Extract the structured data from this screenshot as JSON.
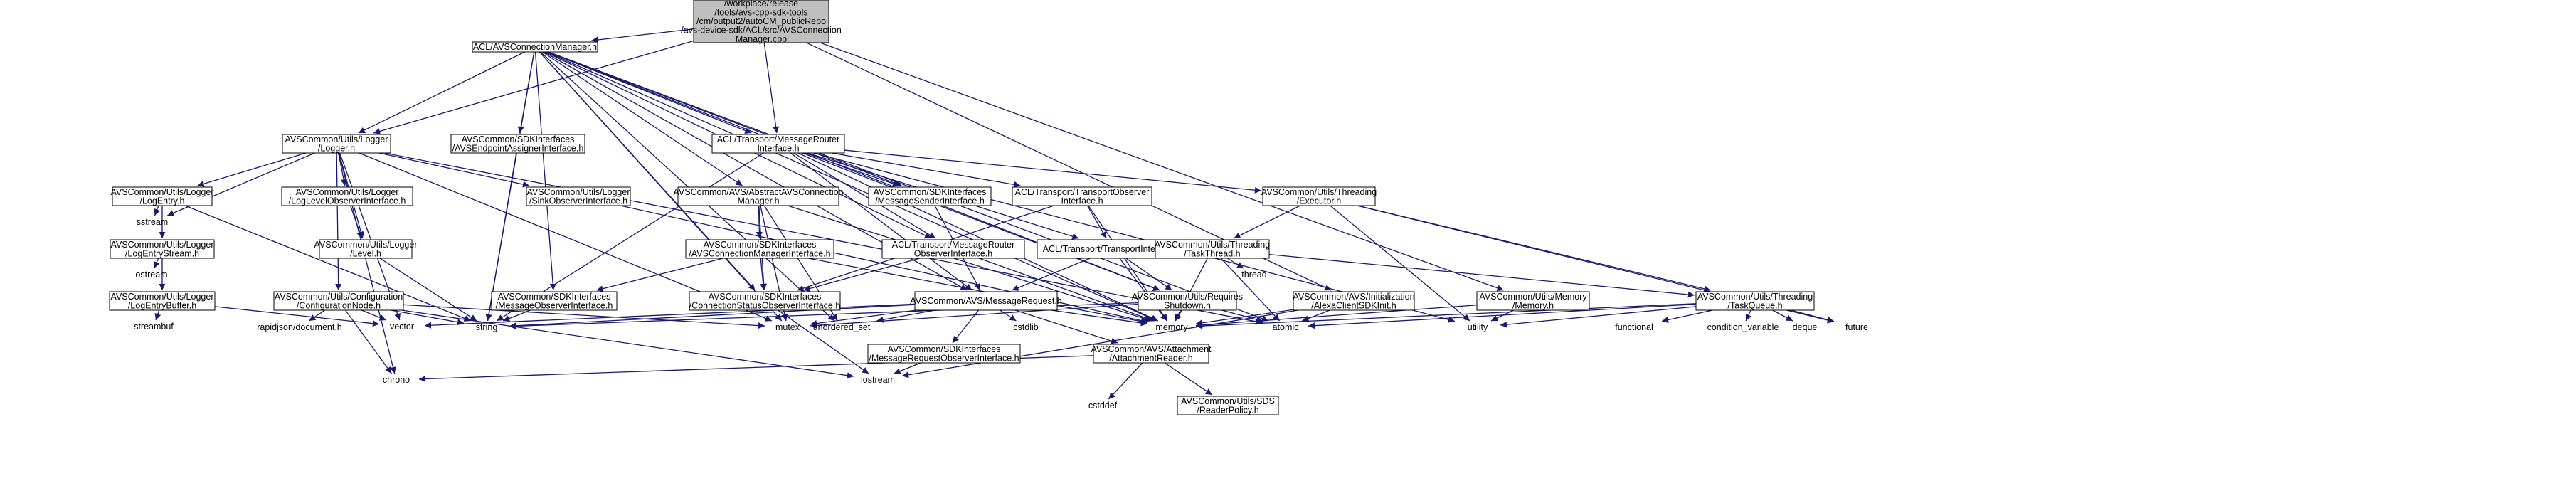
{
  "graph": {
    "edge_color": "#191970",
    "root_fill": "#bfbfbf",
    "box_fill": "#ffffff",
    "root": {
      "id": "root",
      "lines": [
        "/workplace/release",
        "/tools/avs-cpp-sdk-tools",
        "/cm/output2/autoCM_publicRepo",
        "/avs-device-sdk/ACL/src/AVSConnection",
        "Manager.cpp"
      ]
    },
    "nodes": [
      {
        "id": "acm",
        "lines": [
          "ACL/AVSConnectionManager.h"
        ]
      },
      {
        "id": "logger",
        "lines": [
          "AVSCommon/Utils/Logger",
          "/Logger.h"
        ]
      },
      {
        "id": "endpoint",
        "lines": [
          "AVSCommon/SDKInterfaces",
          "/AVSEndpointAssignerInterface.h"
        ]
      },
      {
        "id": "msgrouter",
        "lines": [
          "ACL/Transport/MessageRouter",
          "Interface.h"
        ]
      },
      {
        "id": "logentry",
        "lines": [
          "AVSCommon/Utils/Logger",
          "/LogEntry.h"
        ]
      },
      {
        "id": "loglevelobs",
        "lines": [
          "AVSCommon/Utils/Logger",
          "/LogLevelObserverInterface.h"
        ]
      },
      {
        "id": "abstract",
        "lines": [
          "AVSCommon/AVS/AbstractAVSConnection",
          "Manager.h"
        ]
      },
      {
        "id": "sinkobs",
        "lines": [
          "AVSCommon/Utils/Logger",
          "/SinkObserverInterface.h"
        ]
      },
      {
        "id": "msgsender",
        "lines": [
          "AVSCommon/SDKInterfaces",
          "/MessageSenderInterface.h"
        ]
      },
      {
        "id": "transobs",
        "lines": [
          "ACL/Transport/TransportObserver",
          "Interface.h"
        ]
      },
      {
        "id": "executor",
        "lines": [
          "AVSCommon/Utils/Threading",
          "/Executor.h"
        ]
      },
      {
        "id": "logentrystream",
        "lines": [
          "AVSCommon/Utils/Logger",
          "/LogEntryStream.h"
        ]
      },
      {
        "id": "level",
        "lines": [
          "AVSCommon/Utils/Logger",
          "/Level.h"
        ]
      },
      {
        "id": "connmgr",
        "lines": [
          "AVSCommon/SDKInterfaces",
          "/AVSConnectionManagerInterface.h"
        ]
      },
      {
        "id": "msgrouterobs",
        "lines": [
          "ACL/Transport/MessageRouter",
          "ObserverInterface.h"
        ]
      },
      {
        "id": "transport",
        "lines": [
          "ACL/Transport/TransportInterface.h"
        ]
      },
      {
        "id": "taskthread",
        "lines": [
          "AVSCommon/Utils/Threading",
          "/TaskThread.h"
        ]
      },
      {
        "id": "logentrybuffer",
        "lines": [
          "AVSCommon/Utils/Logger",
          "/LogEntryBuffer.h"
        ]
      },
      {
        "id": "confignode",
        "lines": [
          "AVSCommon/Utils/Configuration",
          "/ConfigurationNode.h"
        ]
      },
      {
        "id": "msgobs",
        "lines": [
          "AVSCommon/SDKInterfaces",
          "/MessageObserverInterface.h"
        ]
      },
      {
        "id": "connstatus",
        "lines": [
          "AVSCommon/SDKInterfaces",
          "/ConnectionStatusObserverInterface.h"
        ]
      },
      {
        "id": "msgrequest",
        "lines": [
          "AVSCommon/AVS/MessageRequest.h"
        ]
      },
      {
        "id": "shutdown",
        "lines": [
          "AVSCommon/Utils/Requires",
          "Shutdown.h"
        ]
      },
      {
        "id": "alexainit",
        "lines": [
          "AVSCommon/AVS/Initialization",
          "/AlexaClientSDKInit.h"
        ]
      },
      {
        "id": "memoryh",
        "lines": [
          "AVSCommon/Utils/Memory",
          "/Memory.h"
        ]
      },
      {
        "id": "taskqueue",
        "lines": [
          "AVSCommon/Utils/Threading",
          "/TaskQueue.h"
        ]
      },
      {
        "id": "msgreqobs",
        "lines": [
          "AVSCommon/SDKInterfaces",
          "/MessageRequestObserverInterface.h"
        ]
      },
      {
        "id": "attreader",
        "lines": [
          "AVSCommon/AVS/Attachment",
          "/AttachmentReader.h"
        ]
      },
      {
        "id": "readerpolicy",
        "lines": [
          "AVSCommon/Utils/SDS",
          "/ReaderPolicy.h"
        ]
      }
    ],
    "system_headers": [
      {
        "id": "sstream",
        "label": "sstream"
      },
      {
        "id": "ostream",
        "label": "ostream"
      },
      {
        "id": "streambuf",
        "label": "streambuf"
      },
      {
        "id": "rapidjson",
        "label": "rapidjson/document.h"
      },
      {
        "id": "vector",
        "label": "vector"
      },
      {
        "id": "string",
        "label": "string"
      },
      {
        "id": "chrono",
        "label": "chrono"
      },
      {
        "id": "mutex",
        "label": "mutex"
      },
      {
        "id": "unordered_set",
        "label": "unordered_set"
      },
      {
        "id": "memory",
        "label": "memory"
      },
      {
        "id": "cstdlib",
        "label": "cstdlib"
      },
      {
        "id": "iostream",
        "label": "iostream"
      },
      {
        "id": "cstddef",
        "label": "cstddef"
      },
      {
        "id": "atomic",
        "label": "atomic"
      },
      {
        "id": "thread",
        "label": "thread"
      },
      {
        "id": "utility",
        "label": "utility"
      },
      {
        "id": "functional",
        "label": "functional"
      },
      {
        "id": "condition_variable",
        "label": "condition_variable"
      },
      {
        "id": "deque",
        "label": "deque"
      },
      {
        "id": "future",
        "label": "future"
      }
    ],
    "edges": [
      [
        "root",
        "acm"
      ],
      [
        "root",
        "logger"
      ],
      [
        "root",
        "msgrouter"
      ],
      [
        "root",
        "alexainit"
      ],
      [
        "root",
        "memoryh"
      ],
      [
        "acm",
        "logger"
      ],
      [
        "acm",
        "endpoint"
      ],
      [
        "acm",
        "msgrouter"
      ],
      [
        "acm",
        "abstract"
      ],
      [
        "acm",
        "msgsender"
      ],
      [
        "acm",
        "msgrouterobs"
      ],
      [
        "acm",
        "msgobs"
      ],
      [
        "acm",
        "connstatus"
      ],
      [
        "acm",
        "msgrequest"
      ],
      [
        "acm",
        "shutdown"
      ],
      [
        "acm",
        "string"
      ],
      [
        "acm",
        "unordered_set"
      ],
      [
        "acm",
        "memory"
      ],
      [
        "acm",
        "atomic"
      ],
      [
        "acm",
        "mutex"
      ],
      [
        "logger",
        "logentry"
      ],
      [
        "logger",
        "loglevelobs"
      ],
      [
        "logger",
        "level"
      ],
      [
        "logger",
        "sinkobs"
      ],
      [
        "logger",
        "confignode"
      ],
      [
        "logger",
        "sstream"
      ],
      [
        "logger",
        "vector"
      ],
      [
        "logger",
        "mutex"
      ],
      [
        "logger",
        "chrono"
      ],
      [
        "logger",
        "atomic"
      ],
      [
        "logentry",
        "sstream"
      ],
      [
        "logentry",
        "logentrystream"
      ],
      [
        "logentry",
        "string"
      ],
      [
        "logentrystream",
        "logentrybuffer"
      ],
      [
        "logentrystream",
        "ostream"
      ],
      [
        "logentrybuffer",
        "streambuf"
      ],
      [
        "logentrybuffer",
        "vector"
      ],
      [
        "loglevelobs",
        "level"
      ],
      [
        "level",
        "string"
      ],
      [
        "confignode",
        "rapidjson"
      ],
      [
        "confignode",
        "vector"
      ],
      [
        "confignode",
        "string"
      ],
      [
        "confignode",
        "chrono"
      ],
      [
        "confignode",
        "iostream"
      ],
      [
        "confignode",
        "mutex"
      ],
      [
        "endpoint",
        "string"
      ],
      [
        "sinkobs",
        "memory"
      ],
      [
        "abstract",
        "connmgr"
      ],
      [
        "abstract",
        "connstatus"
      ],
      [
        "abstract",
        "memory"
      ],
      [
        "abstract",
        "mutex"
      ],
      [
        "abstract",
        "unordered_set"
      ],
      [
        "connmgr",
        "msgobs"
      ],
      [
        "connmgr",
        "connstatus"
      ],
      [
        "connmgr",
        "memory"
      ],
      [
        "msgobs",
        "string"
      ],
      [
        "connstatus",
        "iostream"
      ],
      [
        "msgsender",
        "msgrequest"
      ],
      [
        "msgrouter",
        "msgsender"
      ],
      [
        "msgrouter",
        "transobs"
      ],
      [
        "msgrouter",
        "msgrouterobs"
      ],
      [
        "msgrouter",
        "transport"
      ],
      [
        "msgrouter",
        "shutdown"
      ],
      [
        "msgrouter",
        "executor"
      ],
      [
        "msgrouter",
        "msgrequest"
      ],
      [
        "msgrouter",
        "string"
      ],
      [
        "msgrouter",
        "memory"
      ],
      [
        "msgrouter",
        "utility"
      ],
      [
        "msgrouterobs",
        "connstatus"
      ],
      [
        "msgrouterobs",
        "memory"
      ],
      [
        "transobs",
        "transport"
      ],
      [
        "transobs",
        "connstatus"
      ],
      [
        "transobs",
        "memory"
      ],
      [
        "transport",
        "shutdown"
      ],
      [
        "transport",
        "msgrequest"
      ],
      [
        "transport",
        "memory"
      ],
      [
        "msgrequest",
        "msgreqobs"
      ],
      [
        "msgrequest",
        "attreader"
      ],
      [
        "msgrequest",
        "vector"
      ],
      [
        "msgrequest",
        "string"
      ],
      [
        "msgrequest",
        "mutex"
      ],
      [
        "msgrequest",
        "unordered_set"
      ],
      [
        "msgrequest",
        "memory"
      ],
      [
        "msgrequest",
        "cstdlib"
      ],
      [
        "msgreqobs",
        "iostream"
      ],
      [
        "attreader",
        "readerpolicy"
      ],
      [
        "attreader",
        "cstddef"
      ],
      [
        "attreader",
        "chrono"
      ],
      [
        "shutdown",
        "string"
      ],
      [
        "shutdown",
        "memory"
      ],
      [
        "shutdown",
        "mutex"
      ],
      [
        "shutdown",
        "atomic"
      ],
      [
        "alexainit",
        "memory"
      ],
      [
        "alexainit",
        "atomic"
      ],
      [
        "alexainit",
        "iostream"
      ],
      [
        "executor",
        "taskthread"
      ],
      [
        "executor",
        "taskqueue"
      ],
      [
        "executor",
        "utility"
      ],
      [
        "executor",
        "future"
      ],
      [
        "taskthread",
        "taskqueue"
      ],
      [
        "taskthread",
        "thread"
      ],
      [
        "taskthread",
        "atomic"
      ],
      [
        "taskthread",
        "memory"
      ],
      [
        "taskqueue",
        "memory"
      ],
      [
        "taskqueue",
        "atomic"
      ],
      [
        "taskqueue",
        "utility"
      ],
      [
        "taskqueue",
        "functional"
      ],
      [
        "taskqueue",
        "condition_variable"
      ],
      [
        "taskqueue",
        "deque"
      ],
      [
        "taskqueue",
        "future"
      ],
      [
        "memoryh",
        "memory"
      ],
      [
        "memoryh",
        "utility"
      ]
    ]
  }
}
